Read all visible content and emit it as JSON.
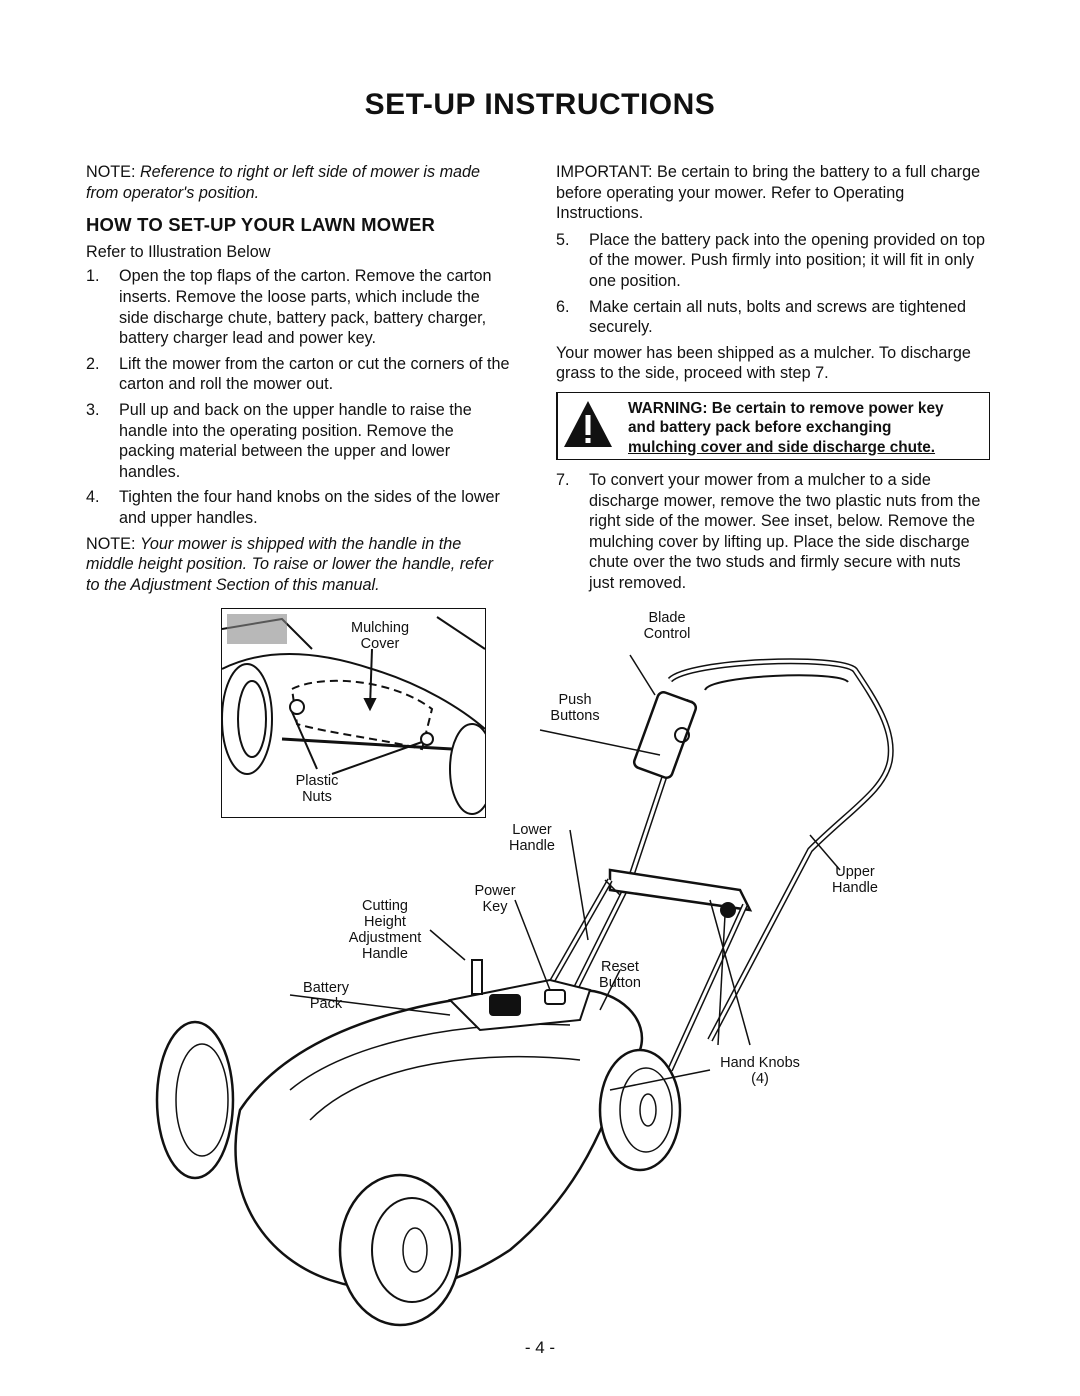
{
  "title": "SET-UP INSTRUCTIONS",
  "left": {
    "note1_label": "NOTE:",
    "note1_text": "Reference to right or left side of mower is made from operator's position.",
    "heading": "HOW TO SET-UP YOUR LAWN MOWER",
    "refer": "Refer to Illustration Below",
    "steps": [
      {
        "num": "1.",
        "text": "Open the top flaps of the carton. Remove the carton inserts. Remove the loose parts, which include the side discharge chute, battery pack, battery charger, battery charger lead and power key."
      },
      {
        "num": "2.",
        "text": "Lift the mower from the carton or cut the corners of the carton and roll the mower out."
      },
      {
        "num": "3.",
        "text": "Pull up and back on the upper handle to raise the handle into the operating position. Remove the packing material between the upper and lower handles."
      },
      {
        "num": "4.",
        "text": "Tighten the four hand knobs on the sides of the lower and upper handles."
      }
    ],
    "note2_label": "NOTE:",
    "note2_text": "Your mower is shipped with the handle in the middle height position. To raise or lower the handle, refer to the Adjustment Section of this manual."
  },
  "right": {
    "important_label": "IMPORTANT:",
    "important_text": "Be certain to bring the battery to a full charge before operating your mower. Refer to Operating Instructions.",
    "steps_a": [
      {
        "num": "5.",
        "text": "Place the battery pack into the opening provided on top of the mower. Push firmly into position; it will fit in only one position."
      },
      {
        "num": "6.",
        "text": "Make certain all nuts, bolts and screws are tightened securely."
      }
    ],
    "shipped_text": "Your mower has been shipped as a mulcher. To discharge grass to the side, proceed with step 7.",
    "warning_line1": "WARNING: Be certain to remove power key",
    "warning_line2": "and battery pack before exchanging",
    "warning_line3": "mulching cover and side discharge chute.",
    "steps_b": [
      {
        "num": "7.",
        "text": "To convert your mower from a mulcher to a side discharge mower, remove the two plastic nuts from the right side of the mower. See inset, below. Remove the mulching cover by lifting up. Place the side discharge chute over the two studs and firmly secure with nuts just removed."
      }
    ]
  },
  "figure": {
    "mulching_cover": "Mulching Cover",
    "plastic_nuts": "Plastic Nuts",
    "blade_control": "Blade Control",
    "push_buttons": "Push Buttons",
    "lower_handle": "Lower Handle",
    "upper_handle": "Upper Handle",
    "power_key": "Power Key",
    "cutting_height": "Cutting Height Adjustment Handle",
    "reset_button": "Reset Button",
    "battery_pack": "Battery Pack",
    "hand_knobs": "Hand Knobs (4)"
  },
  "page_number": "- 4 -",
  "icons": {
    "warning": "warning-triangle-icon"
  }
}
